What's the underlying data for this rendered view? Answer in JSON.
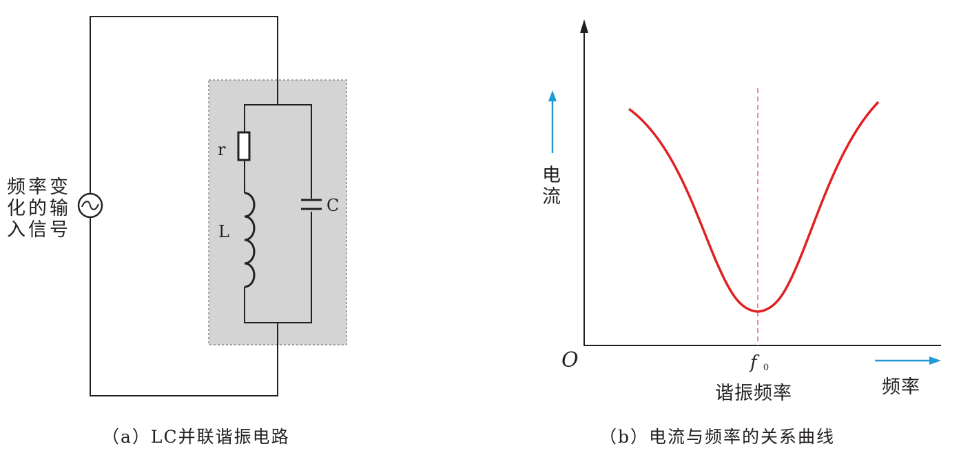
{
  "circuit": {
    "source_label_lines": [
      "频率变",
      "化的输",
      "入信号"
    ],
    "resistor_label": "r",
    "inductor_label": "L",
    "capacitor_label": "C",
    "caption": "（a）LC并联谐振电路"
  },
  "graph": {
    "origin_label": "O",
    "y_axis_label_lines": [
      "电",
      "流"
    ],
    "x_axis_label": "频率",
    "f0_symbol": "f",
    "f0_subscript": "0",
    "resonance_label": "谐振频率",
    "caption": "（b）电流与频率的关系曲线"
  },
  "colors": {
    "line": "#231f20",
    "curve": "#e02020",
    "dashed": "#e8707a",
    "arrow_blue": "#1f9ad6",
    "box_fill": "#d4d4d4",
    "box_border": "#8a8a8a"
  }
}
